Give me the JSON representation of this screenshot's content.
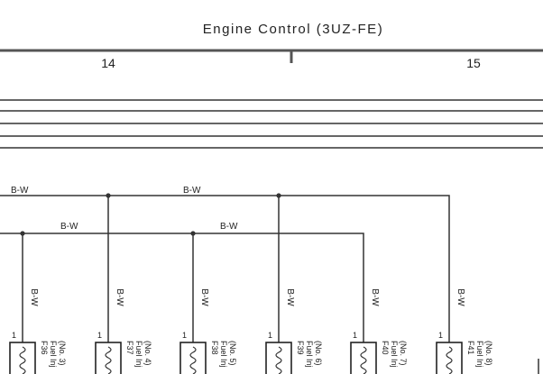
{
  "title": "Engine Control (3UZ-FE)",
  "sections": [
    "14",
    "15"
  ],
  "wire_label": "B-W",
  "injectors": [
    {
      "code": "F36",
      "name": "Fuel Inj",
      "num": "(No. 3)",
      "pin": "1"
    },
    {
      "code": "F37",
      "name": "Fuel Inj",
      "num": "(No. 4)",
      "pin": "1"
    },
    {
      "code": "F38",
      "name": "Fuel Inj",
      "num": "(No. 5)",
      "pin": "1"
    },
    {
      "code": "F39",
      "name": "Fuel Inj",
      "num": "(No. 6)",
      "pin": "1"
    },
    {
      "code": "F40",
      "name": "Fuel Inj",
      "num": "(No. 7)",
      "pin": "1"
    },
    {
      "code": "F41",
      "name": "Fuel Inj",
      "num": "(No. 8)",
      "pin": "1"
    }
  ]
}
